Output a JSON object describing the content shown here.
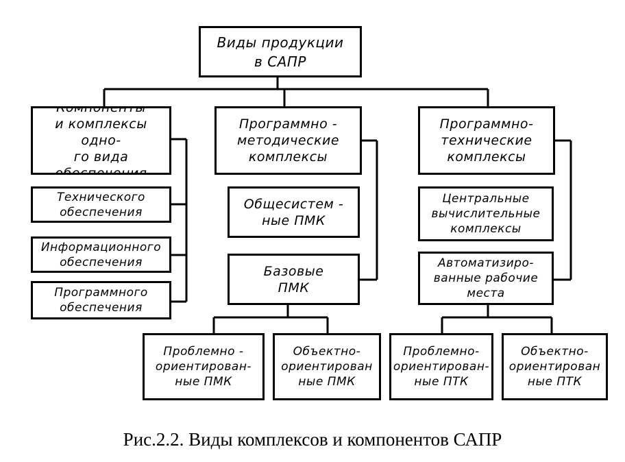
{
  "root": "Виды продукции\nв САПР",
  "col1": {
    "header": "Компоненты\nи комплексы одно-\nго вида обеспечения",
    "items": [
      "Технического\nобеспечения",
      "Информационного\nобеспечения",
      "Программного\nобеспечения"
    ]
  },
  "col2": {
    "header": "Программно -\nметодические\nкомплексы",
    "items": [
      "Общесистем -\nные ПМК",
      "Базовые\nПМК"
    ],
    "sub": [
      "Проблемно -\nориентирован-\nные ПМК",
      "Объектно-\nориентирован\nные ПМК"
    ]
  },
  "col3": {
    "header": "Программно-\nтехнические\nкомплексы",
    "items": [
      "Центральные\nвычислительные\nкомплексы",
      "Автоматизиро-\nванные рабочие\nместа"
    ],
    "sub": [
      "Проблемно-\nориентирован-\nные ПТК",
      "Объектно-\nориентирован\nные ПТК"
    ]
  },
  "caption": "Рис.2.2. Виды комплексов и компонентов САПР"
}
